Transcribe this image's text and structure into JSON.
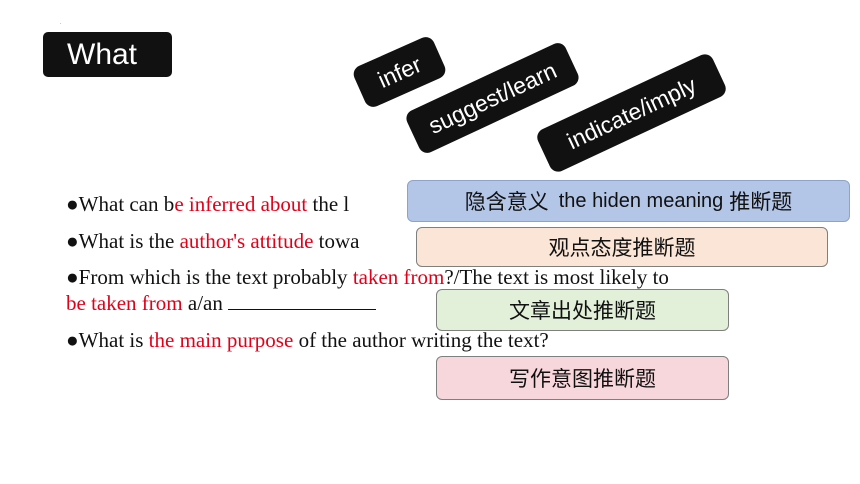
{
  "slide": {
    "dot": ".",
    "title": "What",
    "tags": {
      "infer": "infer",
      "suggest": "suggest/learn",
      "indicate": "indicate/imply"
    },
    "questions": {
      "q1": {
        "a": "●What can b",
        "b": "e inferred about",
        "c": " the l"
      },
      "q2": {
        "a": "●What is the ",
        "b": "author's attitude",
        "c": " towa"
      },
      "q3": {
        "a": "●From which is the text probably ",
        "b": "taken from",
        "c": "?/The text is most likely to"
      },
      "q3b": {
        "a": "be taken from",
        "b": " a/an "
      },
      "q4": {
        "a": "●What is ",
        "b": "the main purpose",
        "c": " of the author writing the text?"
      }
    },
    "boxes": {
      "hidden_cn1": "隐含意义",
      "hidden_en": "the hiden meaning",
      "hidden_cn2": "推断题",
      "attitude": "观点态度推断题",
      "source": "文章出处推断题",
      "purpose": "写作意图推断题"
    }
  }
}
